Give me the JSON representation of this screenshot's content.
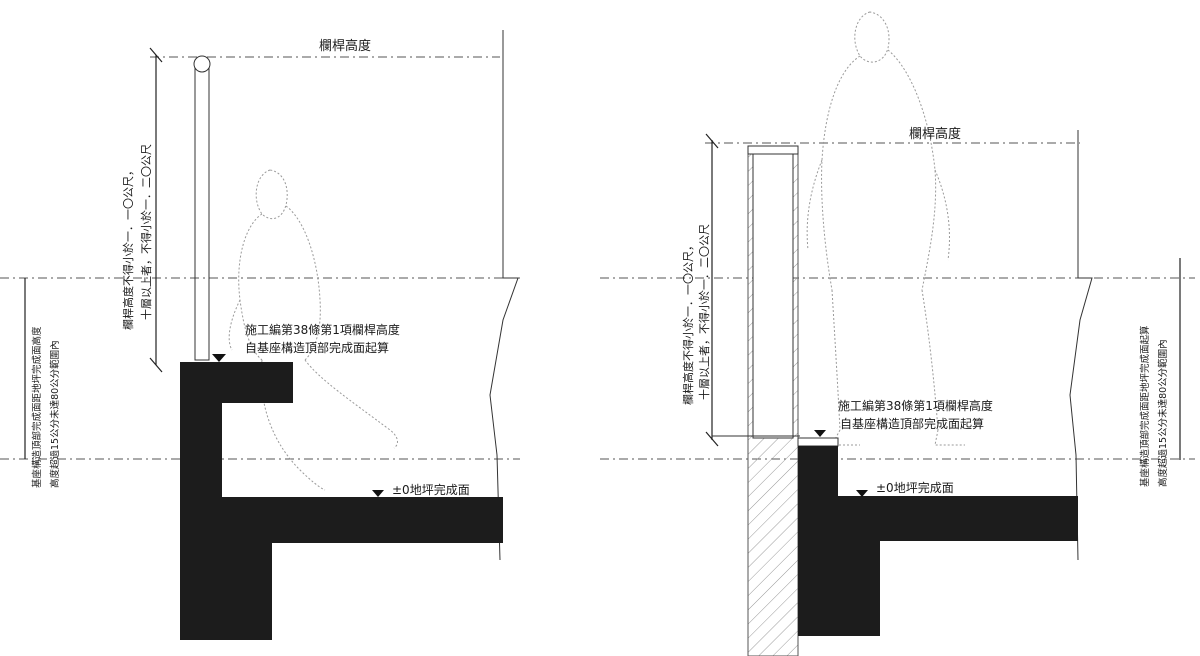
{
  "diagram_left": {
    "top_label": "欄桿高度",
    "vertical_dim_label_1": "欄桿高度不得小於一．一〇公尺，",
    "vertical_dim_label_2": "十層以上者，不得小於一．二〇公尺",
    "note_line_1": "施工編第38條第1項欄桿高度",
    "note_line_2": "自基座構造頂部完成面起算",
    "floor_label": "±0地坪完成面",
    "side_note_1": "基座構造頂部完成面距地坪完成面高度",
    "side_note_2": "高度超過15公分未達80公分範圍內"
  },
  "diagram_right": {
    "top_label": "欄桿高度",
    "vertical_dim_label_1": "欄桿高度不得小於一．一〇公尺，",
    "vertical_dim_label_2": "十層以上者，不得小於一．二〇公尺",
    "note_line_1": "施工編第38條第1項欄桿高度",
    "note_line_2": "自基座構造頂部完成面起算",
    "floor_label": "±0地坪完成面",
    "side_note_1": "基座構造頂部完成面距地坪完成面起算",
    "side_note_2": "高度超過15公分未達80公分範圍內"
  }
}
